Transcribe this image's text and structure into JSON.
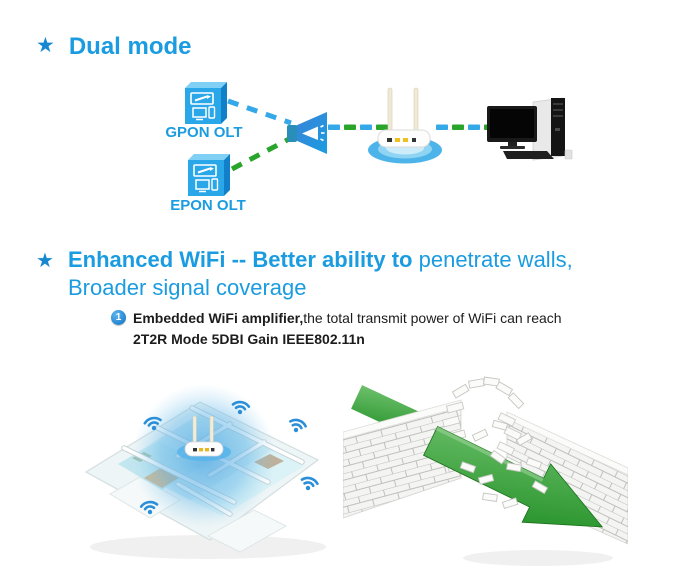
{
  "sections": {
    "dual_mode": {
      "star_icon": "★",
      "title": "Dual mode"
    },
    "enhanced_wifi": {
      "star_icon": "★",
      "title_bold": "Enhanced WiFi -- Better ability to ",
      "title_regular": "penetrate walls,",
      "title_line2": "Broader signal coverage",
      "bullet_number": "1",
      "bullet_bold": "Embedded WiFi amplifier,",
      "bullet_regular": "the total transmit power of WiFi can reach",
      "bullet_line2": "2T2R Mode 5DBI Gain IEEE802.11n"
    }
  },
  "diagram": {
    "gpon_label": "GPON OLT",
    "epon_label": "EPON OLT"
  },
  "colors": {
    "heading_blue": "#1b9ce0",
    "star_blue": "#1787d2",
    "device_blue_front": "#29a7e8",
    "device_blue_side": "#1180c8",
    "device_blue_top": "#7fd0f4",
    "dash_blue": "#35a8e8",
    "dash_green": "#2aa52c",
    "wifi_coverage_blue": "#4aa6e2",
    "arrow_green": "#2f9e33",
    "bullet_badge_blue": "#2f8fd8",
    "body_text": "#1c1c1c"
  }
}
